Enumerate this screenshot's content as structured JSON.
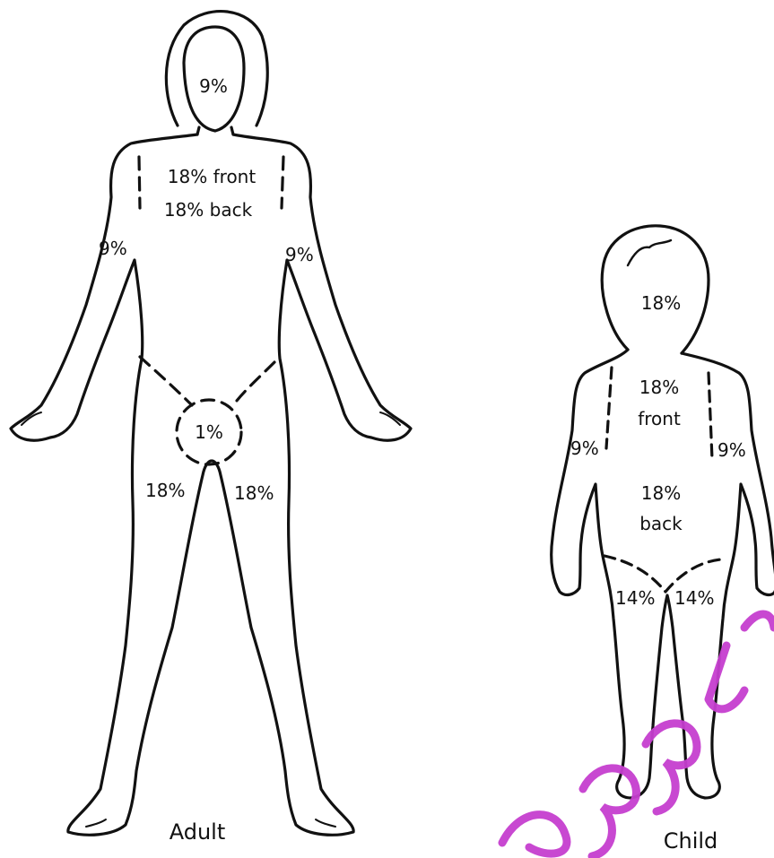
{
  "colors": {
    "outline": "#111111",
    "watermark": "#c63fcf"
  },
  "adult": {
    "head": "9%",
    "trunk_front": "18% front",
    "trunk_back": "18% back",
    "left_arm": "9%",
    "right_arm": "9%",
    "genitals": "1%",
    "left_leg": "18%",
    "right_leg": "18%",
    "caption": "Adult"
  },
  "child": {
    "head": "18%",
    "trunk_front_value": "18%",
    "trunk_front_word": "front",
    "trunk_back_value": "18%",
    "trunk_back_word": "back",
    "left_arm": "9%",
    "right_arm": "9%",
    "left_leg": "14%",
    "right_leg": "14%",
    "caption": "Child"
  }
}
